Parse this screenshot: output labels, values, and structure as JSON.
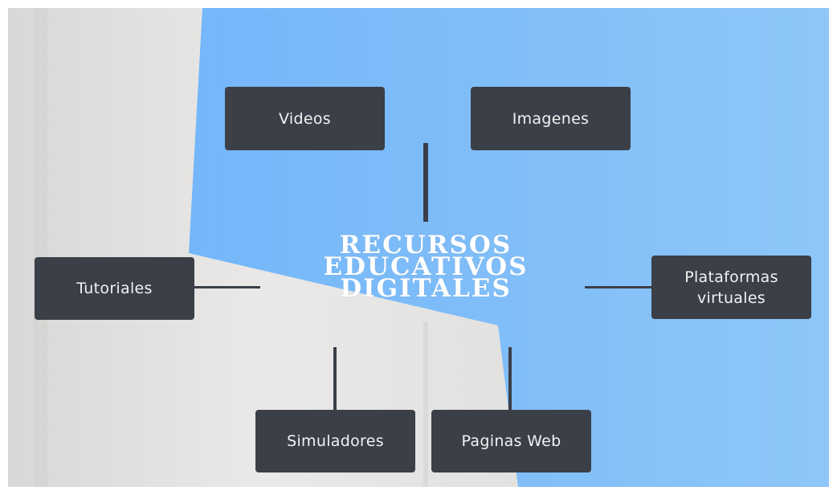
{
  "colors": {
    "sky": "#7fbdf8",
    "wall": "#e7e6e4",
    "node_fill": "#3b3f48",
    "node_text": "#f2f2f2",
    "title_text": "#ffffff"
  },
  "center": {
    "lines": [
      "RECURSOS",
      "EDUCATIVOS",
      "DIGITALES"
    ]
  },
  "nodes": {
    "videos": "Videos",
    "imagenes": "Imagenes",
    "tutoriales": "Tutoriales",
    "plataformas": "Plataformas\nvirtuales",
    "simuladores": "Simuladores",
    "paginas": "Paginas Web"
  }
}
